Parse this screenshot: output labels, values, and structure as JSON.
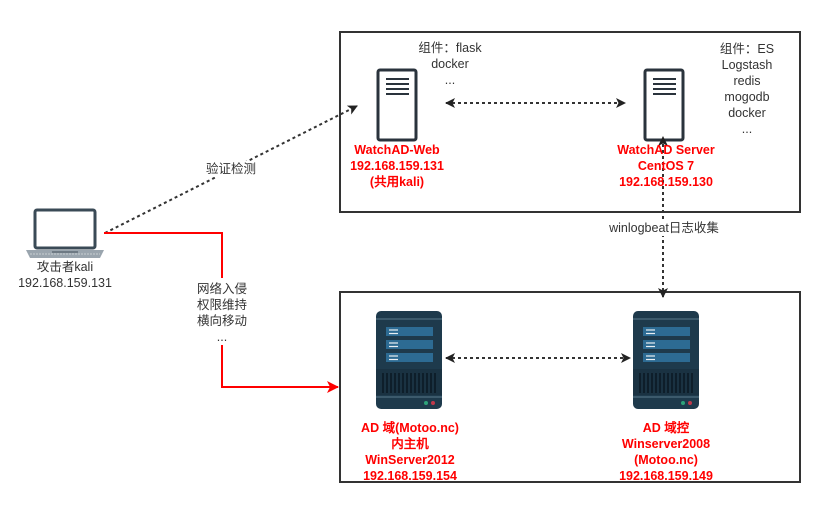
{
  "colors": {
    "red": "#ff0000",
    "dark": "#333333",
    "box_border": "#333333",
    "server_dark": "#1e3a4c",
    "server_panel": "#2d6b93"
  },
  "diagram": {
    "top_group": {
      "web_node": {
        "icon": "document-server-icon",
        "components": [
          "组件：flask",
          "docker",
          "..."
        ],
        "labels": [
          "WatchAD-Web",
          "192.168.159.131",
          "(共用kali)"
        ]
      },
      "server_node": {
        "icon": "document-server-icon",
        "components": [
          "组件：ES",
          "Logstash",
          "redis",
          "mogodb",
          "docker",
          "..."
        ],
        "labels": [
          "WatchAD Server",
          "CentOS 7",
          "192.168.159.130"
        ]
      }
    },
    "bottom_group": {
      "host_node": {
        "icon": "rack-server-icon",
        "labels": [
          "AD 域(Motoo.nc)",
          "内主机",
          "WinServer2012",
          "192.168.159.154"
        ]
      },
      "dc_node": {
        "icon": "rack-server-icon",
        "labels": [
          "AD 域控",
          "Winserver2008",
          "(Motoo.nc)",
          "192.168.159.149"
        ]
      }
    },
    "attacker": {
      "icon": "laptop-icon",
      "labels": [
        "攻击者kali",
        "192.168.159.131"
      ]
    },
    "edges": {
      "verify": "验证检测",
      "attack": [
        "网络入侵",
        "权限维持",
        "横向移动",
        "..."
      ],
      "winlogbeat": "winlogbeat日志收集"
    }
  }
}
